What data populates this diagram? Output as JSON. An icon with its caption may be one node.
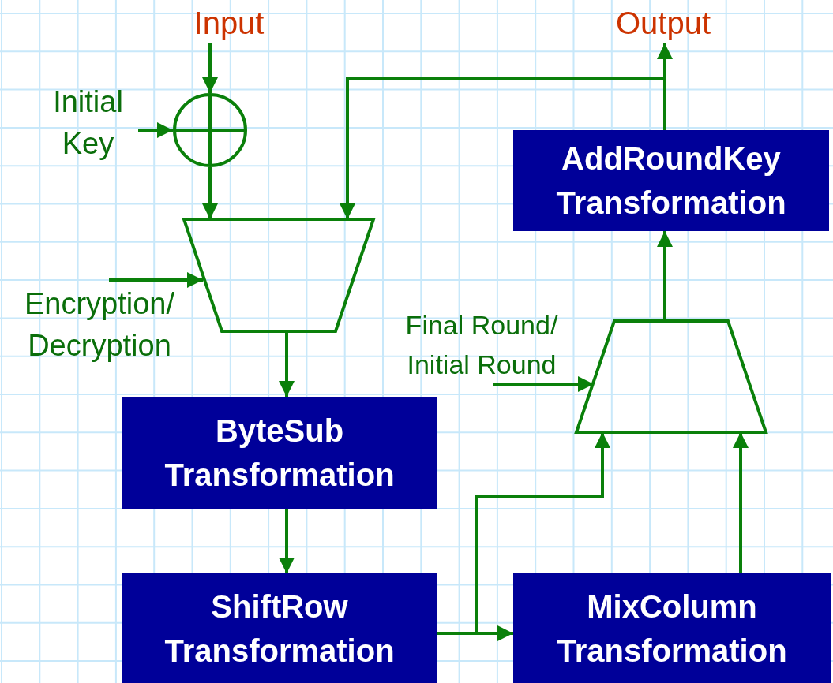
{
  "diagram": {
    "nodes": [
      {
        "text": [
          "Input"
        ]
      },
      {
        "text": [
          "Output"
        ]
      },
      {
        "text": [
          "Initial Key"
        ]
      },
      {
        "text": [],
        "shape": "circle"
      },
      {
        "text": [
          "AddRoundKey Transformation"
        ]
      },
      {
        "text": [],
        "shape": "trapezoid"
      },
      {
        "text": [
          "Encryption/ Decryption"
        ]
      },
      {
        "text": [
          "Final Round/ Initial Round"
        ]
      },
      {
        "text": [],
        "shape": "trapezoid"
      },
      {
        "text": [
          "ByteSub Transformation"
        ]
      },
      {
        "text": [
          "ShiftRow Transformation"
        ]
      },
      {
        "text": [
          "MixColumn Transformation"
        ]
      }
    ],
    "edges": [
      {
        "from": 0,
        "to": 3,
        "arrow": "to"
      },
      {
        "from": 2,
        "to": 3,
        "arrow": "to"
      },
      {
        "from": 3,
        "to": 5,
        "arrow": "to"
      },
      {
        "from": 4,
        "to": 1,
        "arrow": "to"
      },
      {
        "from": 4,
        "to": 5,
        "arrow": "to"
      },
      {
        "from": 6,
        "to": 5,
        "arrow": "to"
      },
      {
        "from": 5,
        "to": 9,
        "arrow": "to"
      },
      {
        "from": 7,
        "to": 8,
        "arrow": "to"
      },
      {
        "from": 8,
        "to": 4,
        "arrow": "to"
      },
      {
        "from": 9,
        "to": 10,
        "arrow": "to"
      },
      {
        "from": 10,
        "to": 11,
        "arrow": "to"
      },
      {
        "from": 10,
        "to": 8,
        "arrow": "to"
      },
      {
        "from": 11,
        "to": 8,
        "arrow": "to"
      }
    ]
  }
}
